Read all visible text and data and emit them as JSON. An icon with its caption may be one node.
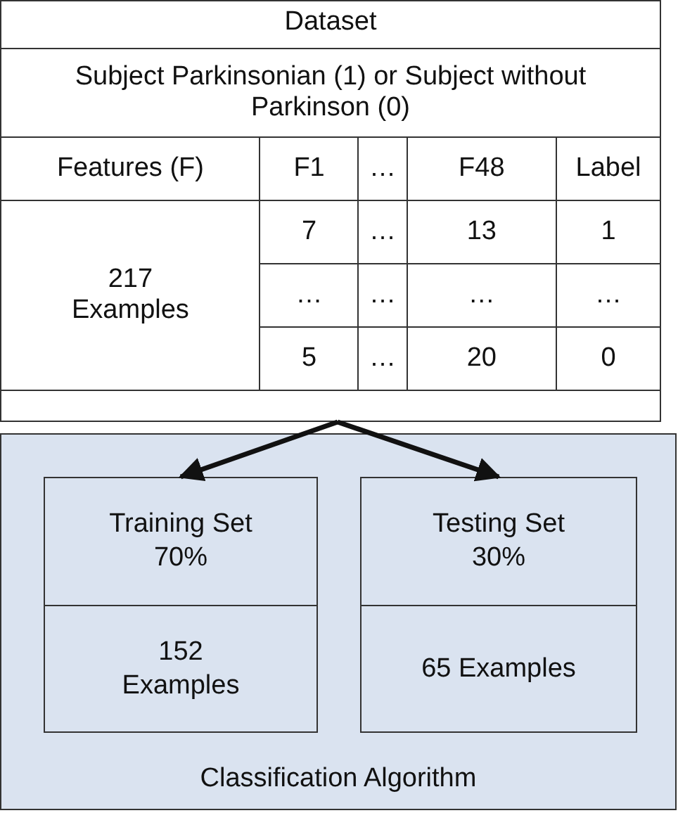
{
  "diagram": {
    "nodes": [
      {
        "text": [
          "Dataset"
        ]
      },
      {
        "text": [
          "Classification Algorithm"
        ]
      },
      {
        "text": [
          "Training Set 70%",
          "152 Examples"
        ],
        "in": 1
      },
      {
        "text": [
          "Testing Set 30%",
          "65 Examples"
        ],
        "in": 1
      }
    ],
    "edges": [
      {
        "from": 0,
        "to": 2,
        "arrow": "to"
      },
      {
        "from": 0,
        "to": 3,
        "arrow": "to"
      }
    ],
    "labels": [
      "Subject Parkinsonian (1) or Subject without Parkinson (0)",
      "Features (F)",
      "F1",
      "…",
      "F48",
      "Label",
      "217 Examples",
      "7",
      "…",
      "13",
      "1",
      "…",
      "…",
      "…",
      "…",
      "5",
      "…",
      "20",
      "0"
    ]
  }
}
